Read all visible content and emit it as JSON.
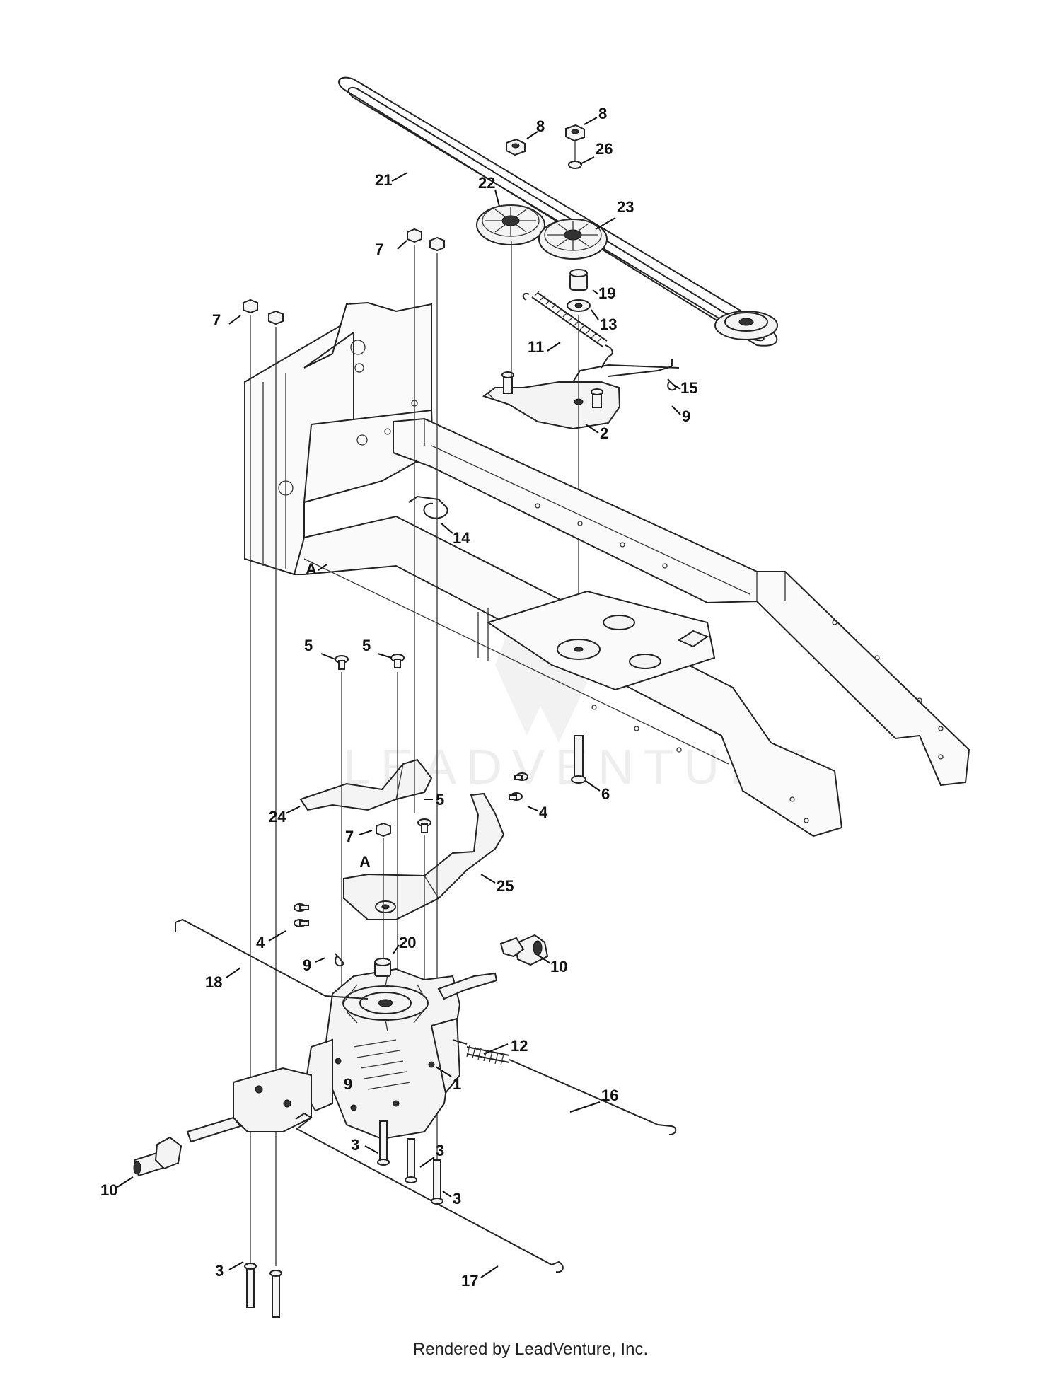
{
  "watermark": "LEADVENTURE",
  "footer": "Rendered by LeadVenture, Inc.",
  "labels": {
    "p1": "1",
    "p2": "2",
    "p3a": "3",
    "p3b": "3",
    "p3c": "3",
    "p3d": "3",
    "p4a": "4",
    "p4b": "4",
    "p5a": "5",
    "p5b": "5",
    "p5c": "5",
    "p6": "6",
    "p7a": "7",
    "p7b": "7",
    "p7c": "7",
    "p8a": "8",
    "p8b": "8",
    "p9a": "9",
    "p9b": "9",
    "p9c": "9",
    "p10a": "10",
    "p10b": "10",
    "p11": "11",
    "p12": "12",
    "p13": "13",
    "p14": "14",
    "p15": "15",
    "p16": "16",
    "p17": "17",
    "p18": "18",
    "p19": "19",
    "p20": "20",
    "p21": "21",
    "p22": "22",
    "p23": "23",
    "p24": "24",
    "p25": "25",
    "p26": "26",
    "refA1": "A",
    "refA2": "A"
  }
}
